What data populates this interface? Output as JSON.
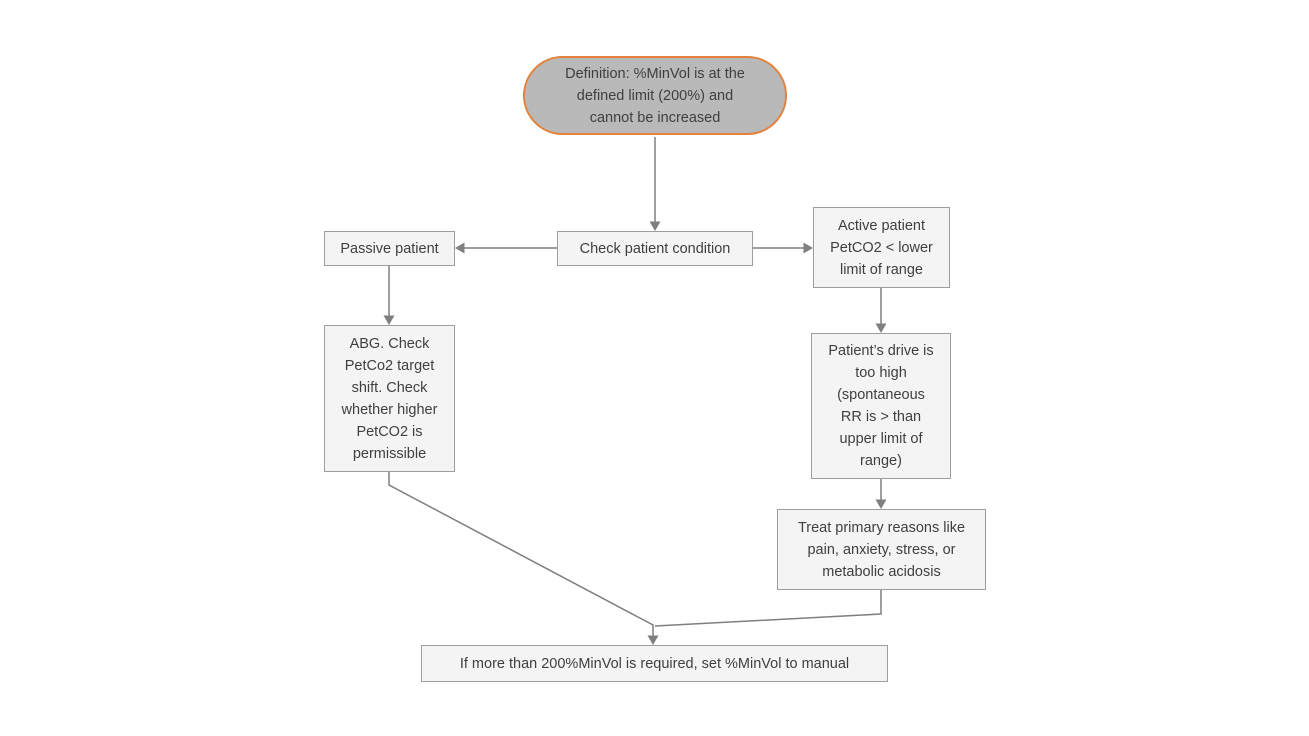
{
  "diagram": {
    "nodes": {
      "definition": "Definition: %MinVol is at the\ndefined limit (200%) and\ncannot be increased",
      "check": "Check patient condition",
      "passive": "Passive patient",
      "active": "Active patient\nPetCO2 < lower\nlimit of range",
      "abg": "ABG. Check\nPetCo2 target\nshift. Check\nwhether higher\nPetCO2 is\npermissible",
      "drive": "Patient’s drive is\ntoo high\n(spontaneous\nRR is > than\nupper limit of\nrange)",
      "treat": "Treat primary reasons like\npain, anxiety, stress, or\nmetabolic acidosis",
      "manual": "If more than 200%MinVol is required, set %MinVol to manual"
    },
    "colors": {
      "node_fill": "#f4f4f4",
      "node_border": "#9d9d9d",
      "definition_fill": "#b9b9b9",
      "definition_border": "#e2823d",
      "connector": "#7f7f7f",
      "text": "#3f3f3f",
      "background": "#ffffff"
    }
  }
}
